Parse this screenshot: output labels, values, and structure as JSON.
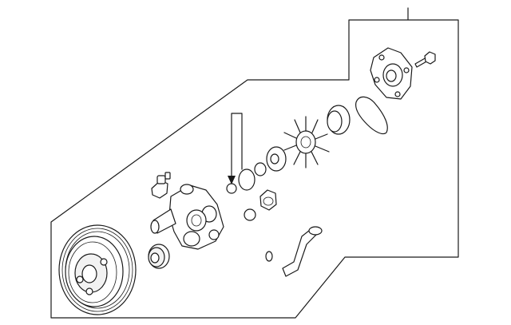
{
  "diagram": {
    "kind": "exploded-parts-diagram",
    "parts": [
      "pulley",
      "bearing",
      "pressure-switch",
      "pump-body",
      "o-ring",
      "o-ring-large",
      "o-ring-small",
      "washer",
      "plug-bolt",
      "o-ring-lower",
      "return-hose-fitting",
      "return-hose-o-ring",
      "rotor-vane-assembly",
      "cam-ring",
      "gasket",
      "cover-plate",
      "bolt"
    ],
    "colors": {
      "line": "#1a1a1a",
      "background": "#ffffff"
    }
  }
}
